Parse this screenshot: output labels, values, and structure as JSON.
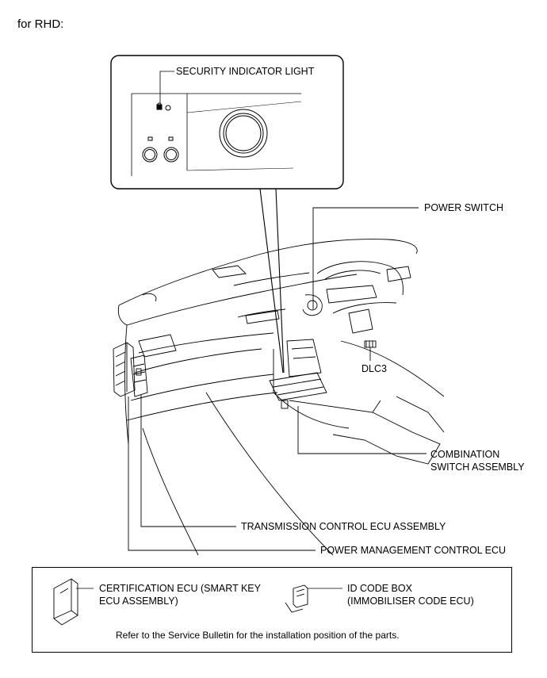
{
  "heading": "for RHD:",
  "labels": {
    "security_indicator_light": "SECURITY INDICATOR LIGHT",
    "power_switch": "POWER SWITCH",
    "dlc3": "DLC3",
    "combination_switch_line1": "COMBINATION",
    "combination_switch_line2": "SWITCH ASSEMBLY",
    "transmission_control_ecu": "TRANSMISSION CONTROL ECU ASSEMBLY",
    "power_management_ecu": "POWER MANAGEMENT CONTROL ECU"
  },
  "legend": {
    "certification_ecu_line1": "CERTIFICATION ECU (SMART KEY",
    "certification_ecu_line2": "ECU ASSEMBLY)",
    "id_code_box_line1": "ID CODE BOX",
    "id_code_box_line2": "(IMMOBILISER CODE ECU)",
    "note": "Refer to the Service Bulletin for the installation position of the parts."
  }
}
